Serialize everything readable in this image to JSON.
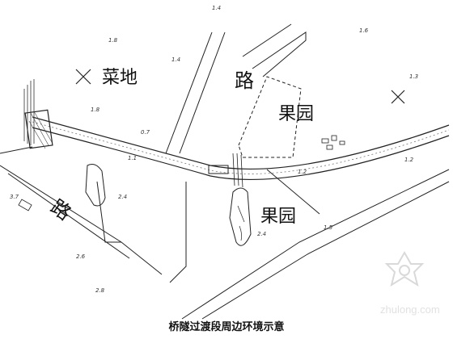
{
  "labels": {
    "vegetable_field": "菜地",
    "road_upper": "路",
    "orchard_upper": "果园",
    "orchard_lower": "果园",
    "road_lower": "路"
  },
  "elevation_marks": [
    "1.4",
    "1.8",
    "1.4",
    "1.6",
    "1.3",
    "1.8",
    "0.7",
    "2.4",
    "2.4",
    "1.2",
    "1.5",
    "3.7",
    "2.6",
    "2.8",
    "1.2",
    "1.1"
  ],
  "caption": "桥隧过渡段周边环境示意",
  "watermark": "zhulong.com"
}
